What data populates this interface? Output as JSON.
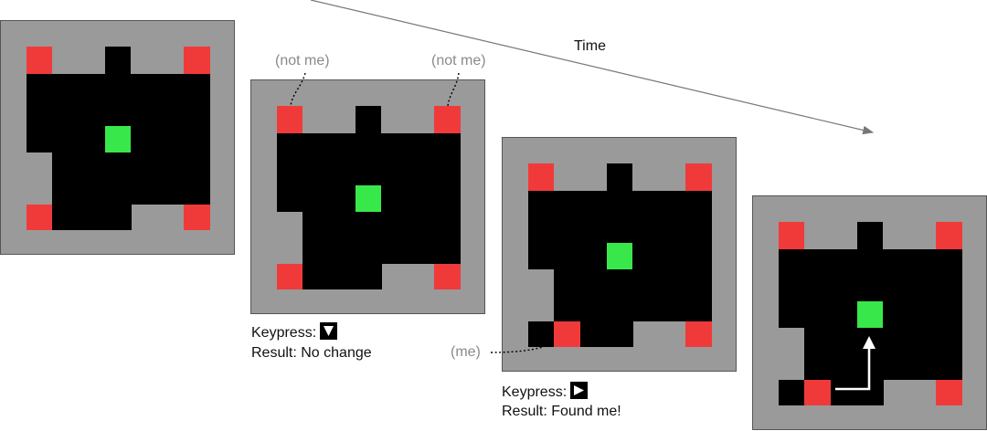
{
  "time_label": "Time",
  "not_me_label": "(not me)",
  "me_label": "(me)",
  "frames": [
    {
      "keypress_label": "",
      "result_label": ""
    },
    {
      "keypress_label": "Keypress:",
      "key_icon": "down-arrow-key-icon",
      "result_label": "Result: No change"
    },
    {
      "keypress_label": "Keypress:",
      "key_icon": "right-arrow-key-icon",
      "result_label": "Result: Found me!"
    },
    {
      "keypress_label": "",
      "result_label": ""
    }
  ],
  "colors": {
    "board": "#9a9a9a",
    "wall": "#000000",
    "candidate": "#f03a3a",
    "goal": "#38e84a",
    "arrow": "#ffffff",
    "timeline": "#777777"
  }
}
